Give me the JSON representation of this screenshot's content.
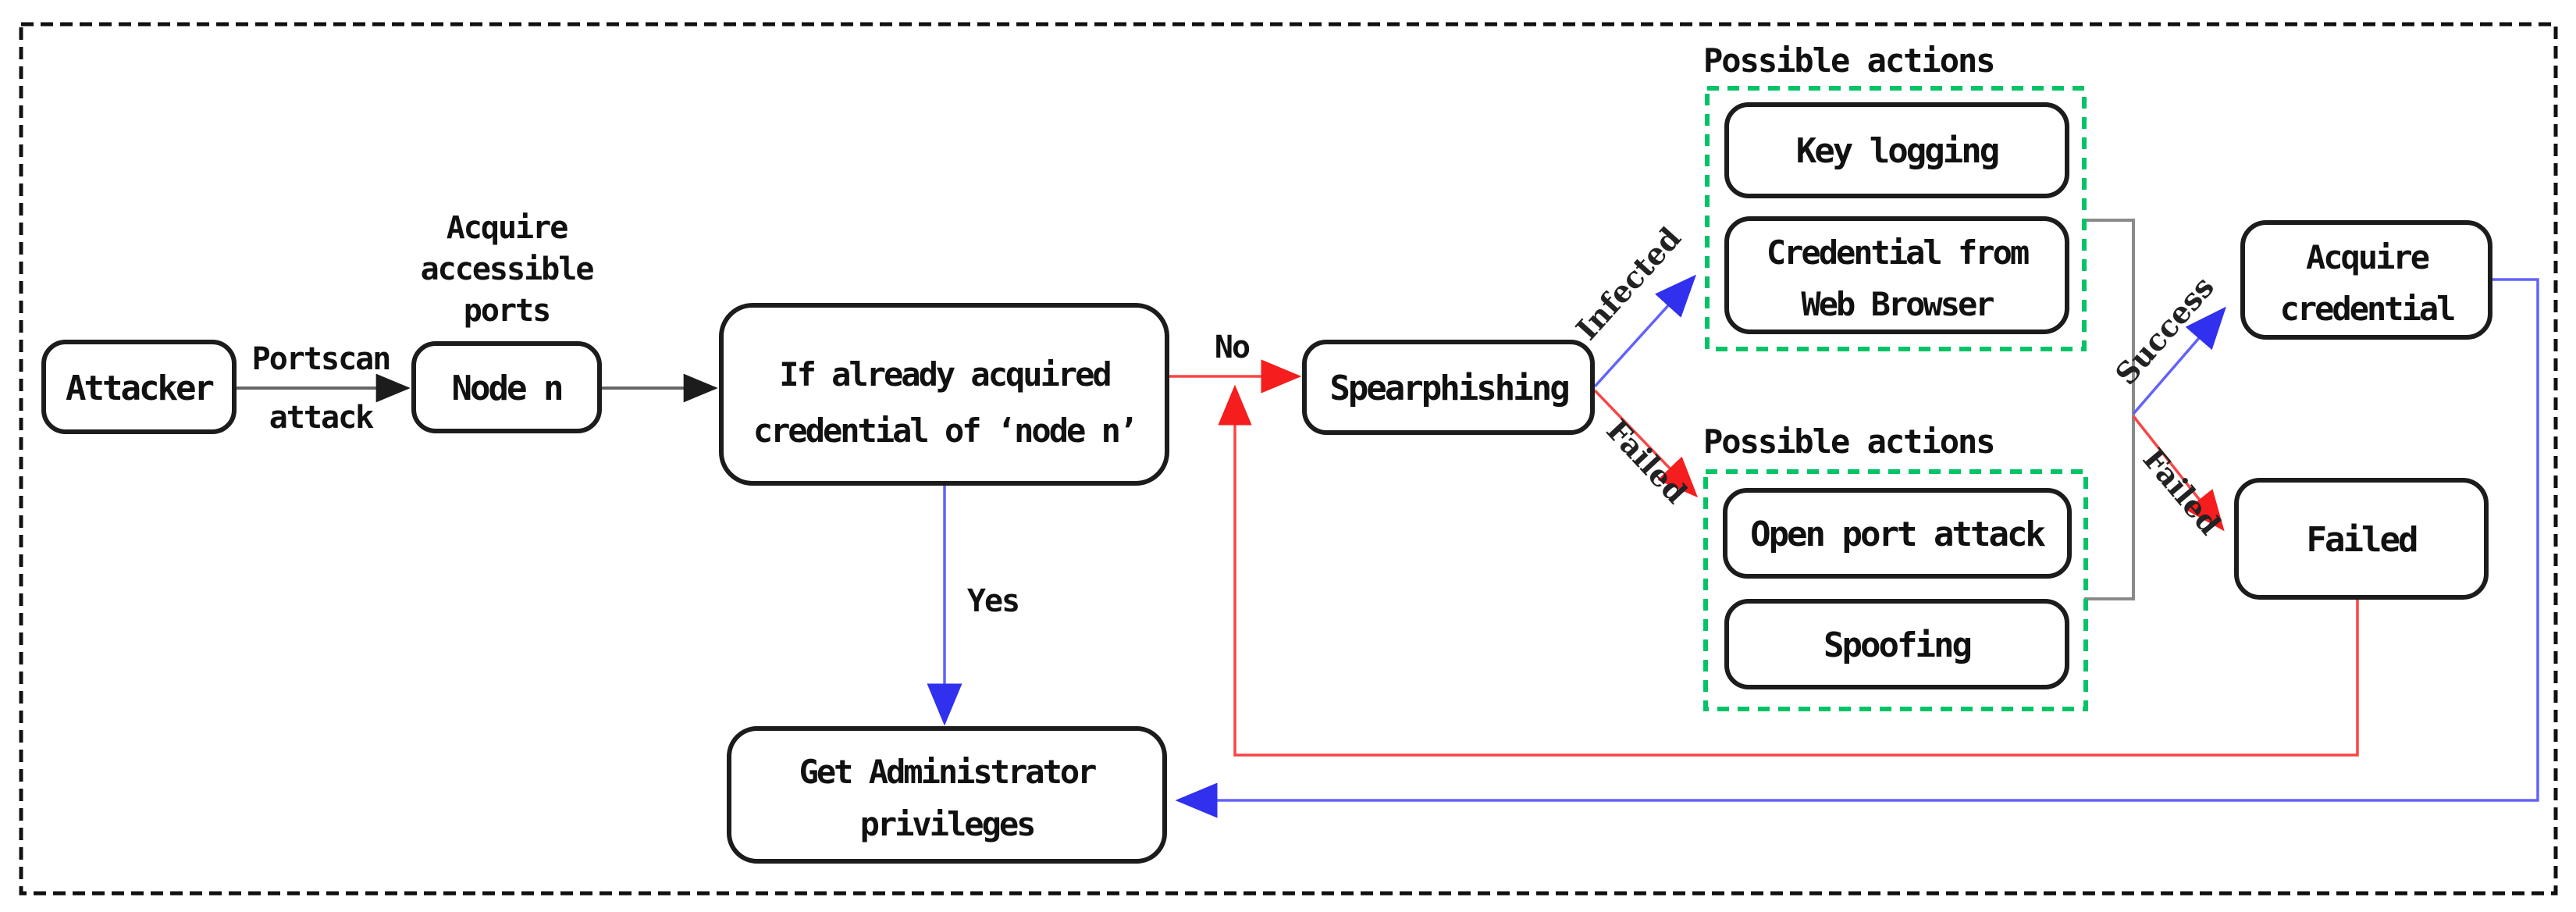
{
  "diagram": {
    "background": "#ffffff",
    "colors": {
      "box_stroke": "#1c1c1c",
      "flow_line_gray": "#666666",
      "red_line": "#f94545",
      "red_arrowhead": "#f51d1d",
      "blue_line": "#6262fa",
      "blue_arrowhead": "#3030ee",
      "green_dashed_group": "#00c466",
      "gray_bracket": "#8a8a8a",
      "outer_border": "#111111"
    },
    "nodes": {
      "attacker": {
        "label": "Attacker"
      },
      "node_n": {
        "label": "Node n"
      },
      "credential_check": {
        "line1": "If already acquired",
        "line2": "credential of ‘node n’"
      },
      "spearphishing": {
        "label": "Spearphishing"
      },
      "key_logging": {
        "label": "Key logging"
      },
      "credential_from_web_browser": {
        "line1": "Credential from",
        "line2": "Web Browser"
      },
      "open_port_attack": {
        "label": "Open port attack"
      },
      "spoofing": {
        "label": "Spoofing"
      },
      "acquire_credential": {
        "line1": "Acquire",
        "line2": "credential"
      },
      "failed": {
        "label": "Failed"
      },
      "get_administrator_privileges": {
        "line1": "Get Administrator",
        "line2": "privileges"
      }
    },
    "groups": {
      "infected_actions": {
        "label": "Possible actions"
      },
      "failed_actions": {
        "label": "Possible actions"
      }
    },
    "edge_labels": {
      "portscan_attack": {
        "line1": "Portscan",
        "line2": "attack"
      },
      "acquire_accessible_ports": {
        "line1": "Acquire",
        "line2": "accessible",
        "line3": "ports"
      },
      "no": "No",
      "yes": "Yes",
      "infected": "Infected",
      "spearphishing_failed": "Failed",
      "success": "Success",
      "actions_failed": "Failed"
    }
  }
}
